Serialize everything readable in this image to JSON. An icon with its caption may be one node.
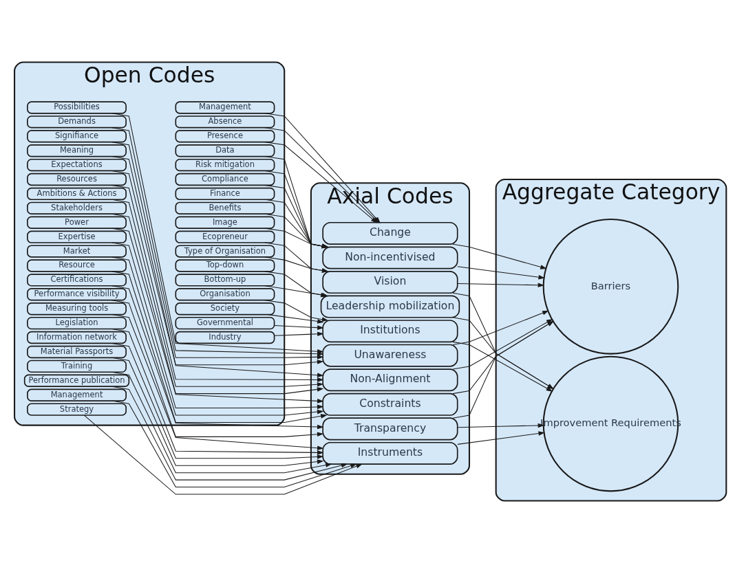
{
  "diagram": {
    "nodes": [
      {
        "text": [
          "Open Codes"
        ]
      },
      {
        "text": [
          "Signifiance"
        ],
        "in": 0
      },
      {
        "text": [
          "Meaning"
        ],
        "in": 0
      },
      {
        "text": [
          "Possibilities"
        ],
        "in": 0
      },
      {
        "text": [
          "Demands"
        ],
        "in": 0
      },
      {
        "text": [
          "Management"
        ],
        "in": 0
      },
      {
        "text": [
          "Absence"
        ],
        "in": 0
      },
      {
        "text": [
          "Presence"
        ],
        "in": 0
      },
      {
        "text": [
          "Ambitions & Actions"
        ],
        "in": 0
      },
      {
        "text": [
          "Stakeholders"
        ],
        "in": 0
      },
      {
        "text": [
          "Expectations"
        ],
        "in": 0
      },
      {
        "text": [
          "Resources"
        ],
        "in": 0
      },
      {
        "text": [
          "Data"
        ],
        "in": 0
      },
      {
        "text": [
          "Risk mitigation"
        ],
        "in": 0
      },
      {
        "text": [
          "Compliance"
        ],
        "in": 0
      },
      {
        "text": [
          "Finance"
        ],
        "in": 0
      },
      {
        "text": [
          "Benefits"
        ],
        "in": 0
      },
      {
        "text": [
          "Image"
        ],
        "in": 0
      },
      {
        "text": [
          "Market"
        ],
        "in": 0
      },
      {
        "text": [
          "Resource"
        ],
        "in": 0
      },
      {
        "text": [
          "Power"
        ],
        "in": 0
      },
      {
        "text": [
          "Expertise"
        ],
        "in": 0
      },
      {
        "text": [
          "Ecopreneur"
        ],
        "in": 0
      },
      {
        "text": [
          "Type of Organisation"
        ],
        "in": 0
      },
      {
        "text": [
          "Certifications"
        ],
        "in": 0
      },
      {
        "text": [
          "Performance visibility"
        ],
        "in": 0
      },
      {
        "text": [
          "Top-down"
        ],
        "in": 0
      },
      {
        "text": [
          "Bottom-up"
        ],
        "in": 0
      },
      {
        "text": [
          "Management"
        ],
        "in": 0
      },
      {
        "text": [
          "Strategy"
        ],
        "in": 0
      },
      {
        "text": [
          "Measuring tools"
        ],
        "in": 0
      },
      {
        "text": [
          "Legislation"
        ],
        "in": 0
      },
      {
        "text": [
          "Information network"
        ],
        "in": 0
      },
      {
        "text": [
          "Material Passports"
        ],
        "in": 0
      },
      {
        "text": [
          "Training"
        ],
        "in": 0
      },
      {
        "text": [
          "Performance publication"
        ],
        "in": 0
      },
      {
        "text": [
          "Governmental"
        ],
        "in": 0
      },
      {
        "text": [
          "Industry"
        ],
        "in": 0
      },
      {
        "text": [
          "Organisation"
        ],
        "in": 0
      },
      {
        "text": [
          "Society"
        ],
        "in": 0
      },
      {
        "text": [
          "Axial Codes"
        ]
      },
      {
        "text": [
          "Unawareness"
        ],
        "in": 40
      },
      {
        "text": [
          "Change"
        ],
        "in": 40
      },
      {
        "text": [
          "Non-Alignment"
        ],
        "in": 40
      },
      {
        "text": [
          "Non-incentivised"
        ],
        "in": 40
      },
      {
        "text": [
          "Constraints"
        ],
        "in": 40
      },
      {
        "text": [
          "Vision"
        ],
        "in": 40
      },
      {
        "text": [
          "Transparency"
        ],
        "in": 40
      },
      {
        "text": [
          "Leadership mobilization"
        ],
        "in": 40
      },
      {
        "text": [
          "Instruments"
        ],
        "in": 40
      },
      {
        "text": [
          "Institutions"
        ],
        "in": 40
      },
      {
        "text": [
          "Aggregate Category"
        ]
      },
      {
        "text": [
          "Barriers"
        ],
        "in": 51
      },
      {
        "text": [
          "Improvement Requirements"
        ],
        "in": 51
      }
    ],
    "edges": [
      {
        "from": 1,
        "to": 41,
        "arrow": "to"
      },
      {
        "from": 2,
        "to": 41,
        "arrow": "to"
      },
      {
        "from": 3,
        "to": 41,
        "arrow": "to"
      },
      {
        "from": 4,
        "to": 41,
        "arrow": "to"
      },
      {
        "from": 5,
        "to": 42,
        "arrow": "to"
      },
      {
        "from": 6,
        "to": 42,
        "arrow": "to"
      },
      {
        "from": 7,
        "to": 42,
        "arrow": "to"
      },
      {
        "from": 8,
        "to": 43,
        "arrow": "to"
      },
      {
        "from": 9,
        "to": 43,
        "arrow": "to"
      },
      {
        "from": 10,
        "to": 43,
        "arrow": "to"
      },
      {
        "from": 11,
        "to": 43,
        "arrow": "to"
      },
      {
        "from": 12,
        "to": 44,
        "arrow": "to"
      },
      {
        "from": 13,
        "to": 44,
        "arrow": "to"
      },
      {
        "from": 14,
        "to": 44,
        "arrow": "to"
      },
      {
        "from": 15,
        "to": 44,
        "arrow": "to"
      },
      {
        "from": 16,
        "to": 44,
        "arrow": "to"
      },
      {
        "from": 17,
        "to": 44,
        "arrow": "to"
      },
      {
        "from": 18,
        "to": 45,
        "arrow": "to"
      },
      {
        "from": 19,
        "to": 45,
        "arrow": "to"
      },
      {
        "from": 20,
        "to": 45,
        "arrow": "to"
      },
      {
        "from": 21,
        "to": 45,
        "arrow": "to"
      },
      {
        "from": 22,
        "to": 46,
        "arrow": "to"
      },
      {
        "from": 23,
        "to": 46,
        "arrow": "to"
      },
      {
        "from": 24,
        "to": 47,
        "arrow": "to"
      },
      {
        "from": 25,
        "to": 47,
        "arrow": "to"
      },
      {
        "from": 26,
        "to": 48,
        "arrow": "to"
      },
      {
        "from": 27,
        "to": 48,
        "arrow": "to"
      },
      {
        "from": 28,
        "to": 49,
        "arrow": "to"
      },
      {
        "from": 29,
        "to": 49,
        "arrow": "to"
      },
      {
        "from": 30,
        "to": 49,
        "arrow": "to"
      },
      {
        "from": 31,
        "to": 49,
        "arrow": "to"
      },
      {
        "from": 32,
        "to": 49,
        "arrow": "to"
      },
      {
        "from": 33,
        "to": 49,
        "arrow": "to"
      },
      {
        "from": 34,
        "to": 49,
        "arrow": "to"
      },
      {
        "from": 35,
        "to": 49,
        "arrow": "to"
      },
      {
        "from": 36,
        "to": 50,
        "arrow": "to"
      },
      {
        "from": 37,
        "to": 50,
        "arrow": "to"
      },
      {
        "from": 38,
        "to": 50,
        "arrow": "to"
      },
      {
        "from": 39,
        "to": 50,
        "arrow": "to"
      },
      {
        "from": 41,
        "to": 52,
        "arrow": "to"
      },
      {
        "from": 42,
        "to": 52,
        "arrow": "to"
      },
      {
        "from": 43,
        "to": 52,
        "arrow": "to"
      },
      {
        "from": 44,
        "to": 52,
        "arrow": "to"
      },
      {
        "from": 45,
        "to": 52,
        "arrow": "to"
      },
      {
        "from": 46,
        "to": 52,
        "arrow": "to"
      },
      {
        "from": 47,
        "to": 52,
        "arrow": "to"
      },
      {
        "from": 46,
        "to": 53,
        "arrow": "to"
      },
      {
        "from": 47,
        "to": 53,
        "arrow": "to"
      },
      {
        "from": 48,
        "to": 53,
        "arrow": "to"
      },
      {
        "from": 49,
        "to": 53,
        "arrow": "to"
      },
      {
        "from": 50,
        "to": 53,
        "arrow": "to"
      }
    ]
  }
}
